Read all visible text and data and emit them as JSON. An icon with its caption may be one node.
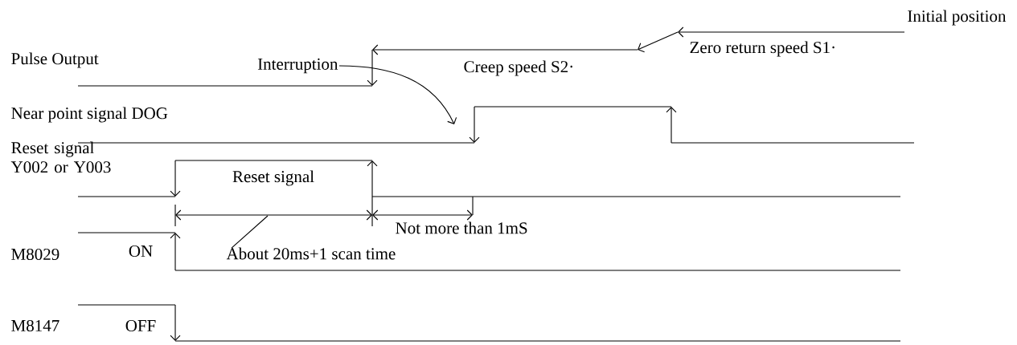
{
  "diagram": {
    "nodes": [
      {
        "text": [
          "Interruption"
        ]
      },
      {
        "text": [
          "About 20ms+1 scan time"
        ]
      }
    ],
    "edges": [
      {
        "from": 0,
        "to": null,
        "arrow": "to"
      },
      {
        "from": 1,
        "to": null,
        "arrow": "none"
      }
    ],
    "labels": [
      "Initial position",
      "Pulse Output",
      "Creep speed S2·",
      "Zero return speed S1·",
      "Near point signal DOG",
      "Reset signal Y002 or Y003",
      "Reset signal",
      "Not more than 1mS",
      "M8029",
      "ON",
      "M8147",
      "OFF"
    ]
  }
}
